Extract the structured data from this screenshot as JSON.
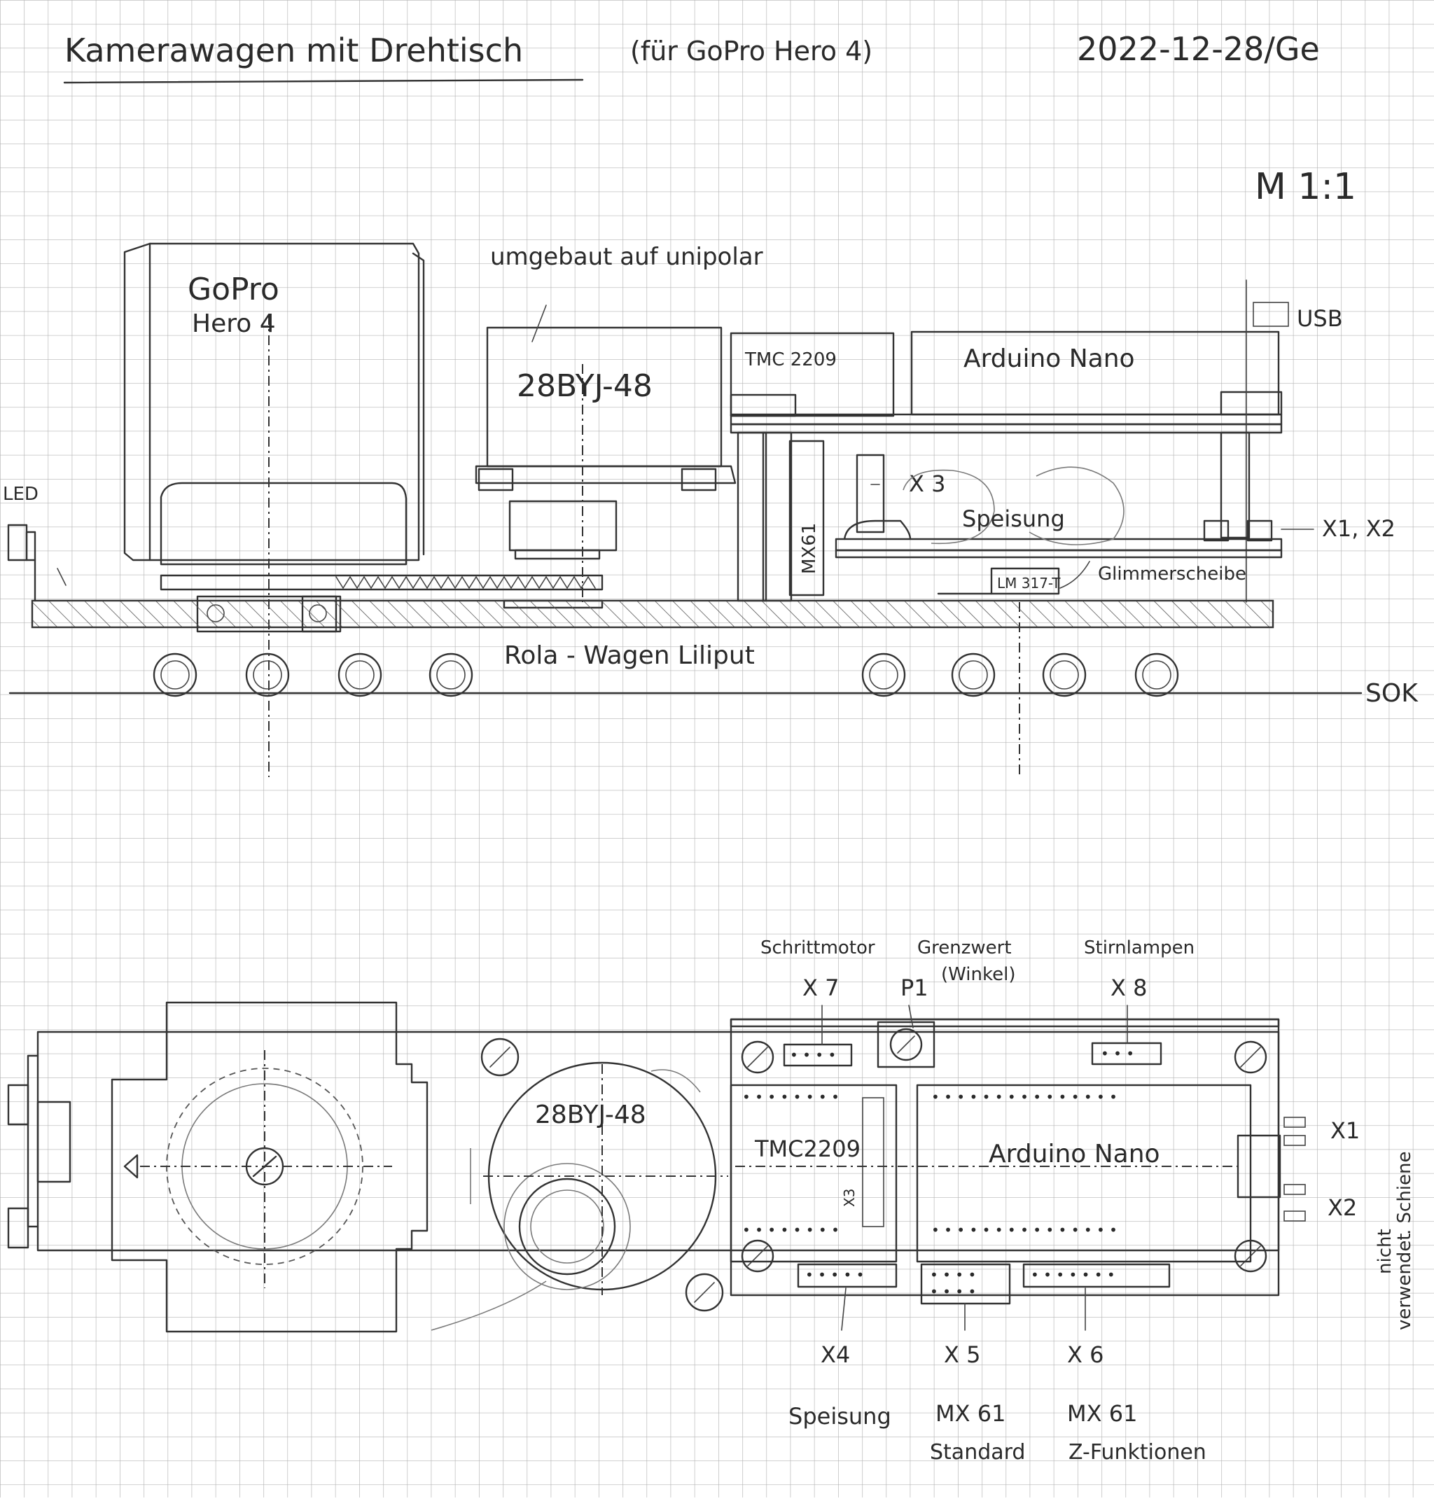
{
  "title": {
    "main": "Kamerawagen mit Drehtisch",
    "sub": "(für GoPro Hero 4)",
    "date": "2022-12-28/Ge",
    "scale": "M 1:1"
  },
  "side_view": {
    "gopro_line1": "GoPro",
    "gopro_line2": "Hero 4",
    "motor_note": "umgebaut auf unipolar",
    "motor": "28BYJ-48",
    "driver": "TMC 2209",
    "mcu": "Arduino Nano",
    "usb": "USB",
    "led": "LED",
    "x3": "X 3",
    "mx61": "MX61",
    "speisung": "Speisung",
    "x1x2": "X1, X2",
    "regulator": "LM 317-T",
    "mica": "Glimmerscheibe",
    "wagon": "Rola - Wagen Liliput",
    "sok": "SOK"
  },
  "top_view": {
    "header_x7_desc": "Schrittmotor",
    "header_p1_desc_1": "Grenzwert",
    "header_p1_desc_2": "(Winkel)",
    "header_x8_desc": "Stirnlampen",
    "x7": "X 7",
    "p1": "P1",
    "x8": "X 8",
    "motor": "28BYJ-48",
    "driver": "TMC2209",
    "x3": "X3",
    "mcu": "Arduino Nano",
    "x1": "X1",
    "x2": "X2",
    "side_note_1": "nicht",
    "side_note_2": "verwendet",
    "side_note_3": ". Schiene",
    "x4": "X4",
    "x5": "X 5",
    "x6": "X 6",
    "x4_desc": "Speisung",
    "x5_desc_1": "MX 61",
    "x5_desc_2": "Standard",
    "x6_desc_1": "MX 61",
    "x6_desc_2": "Z-Funktionen"
  },
  "colors": {
    "paper": "#ffffff",
    "grid": "#b4b4b4",
    "ink": "#333333"
  }
}
